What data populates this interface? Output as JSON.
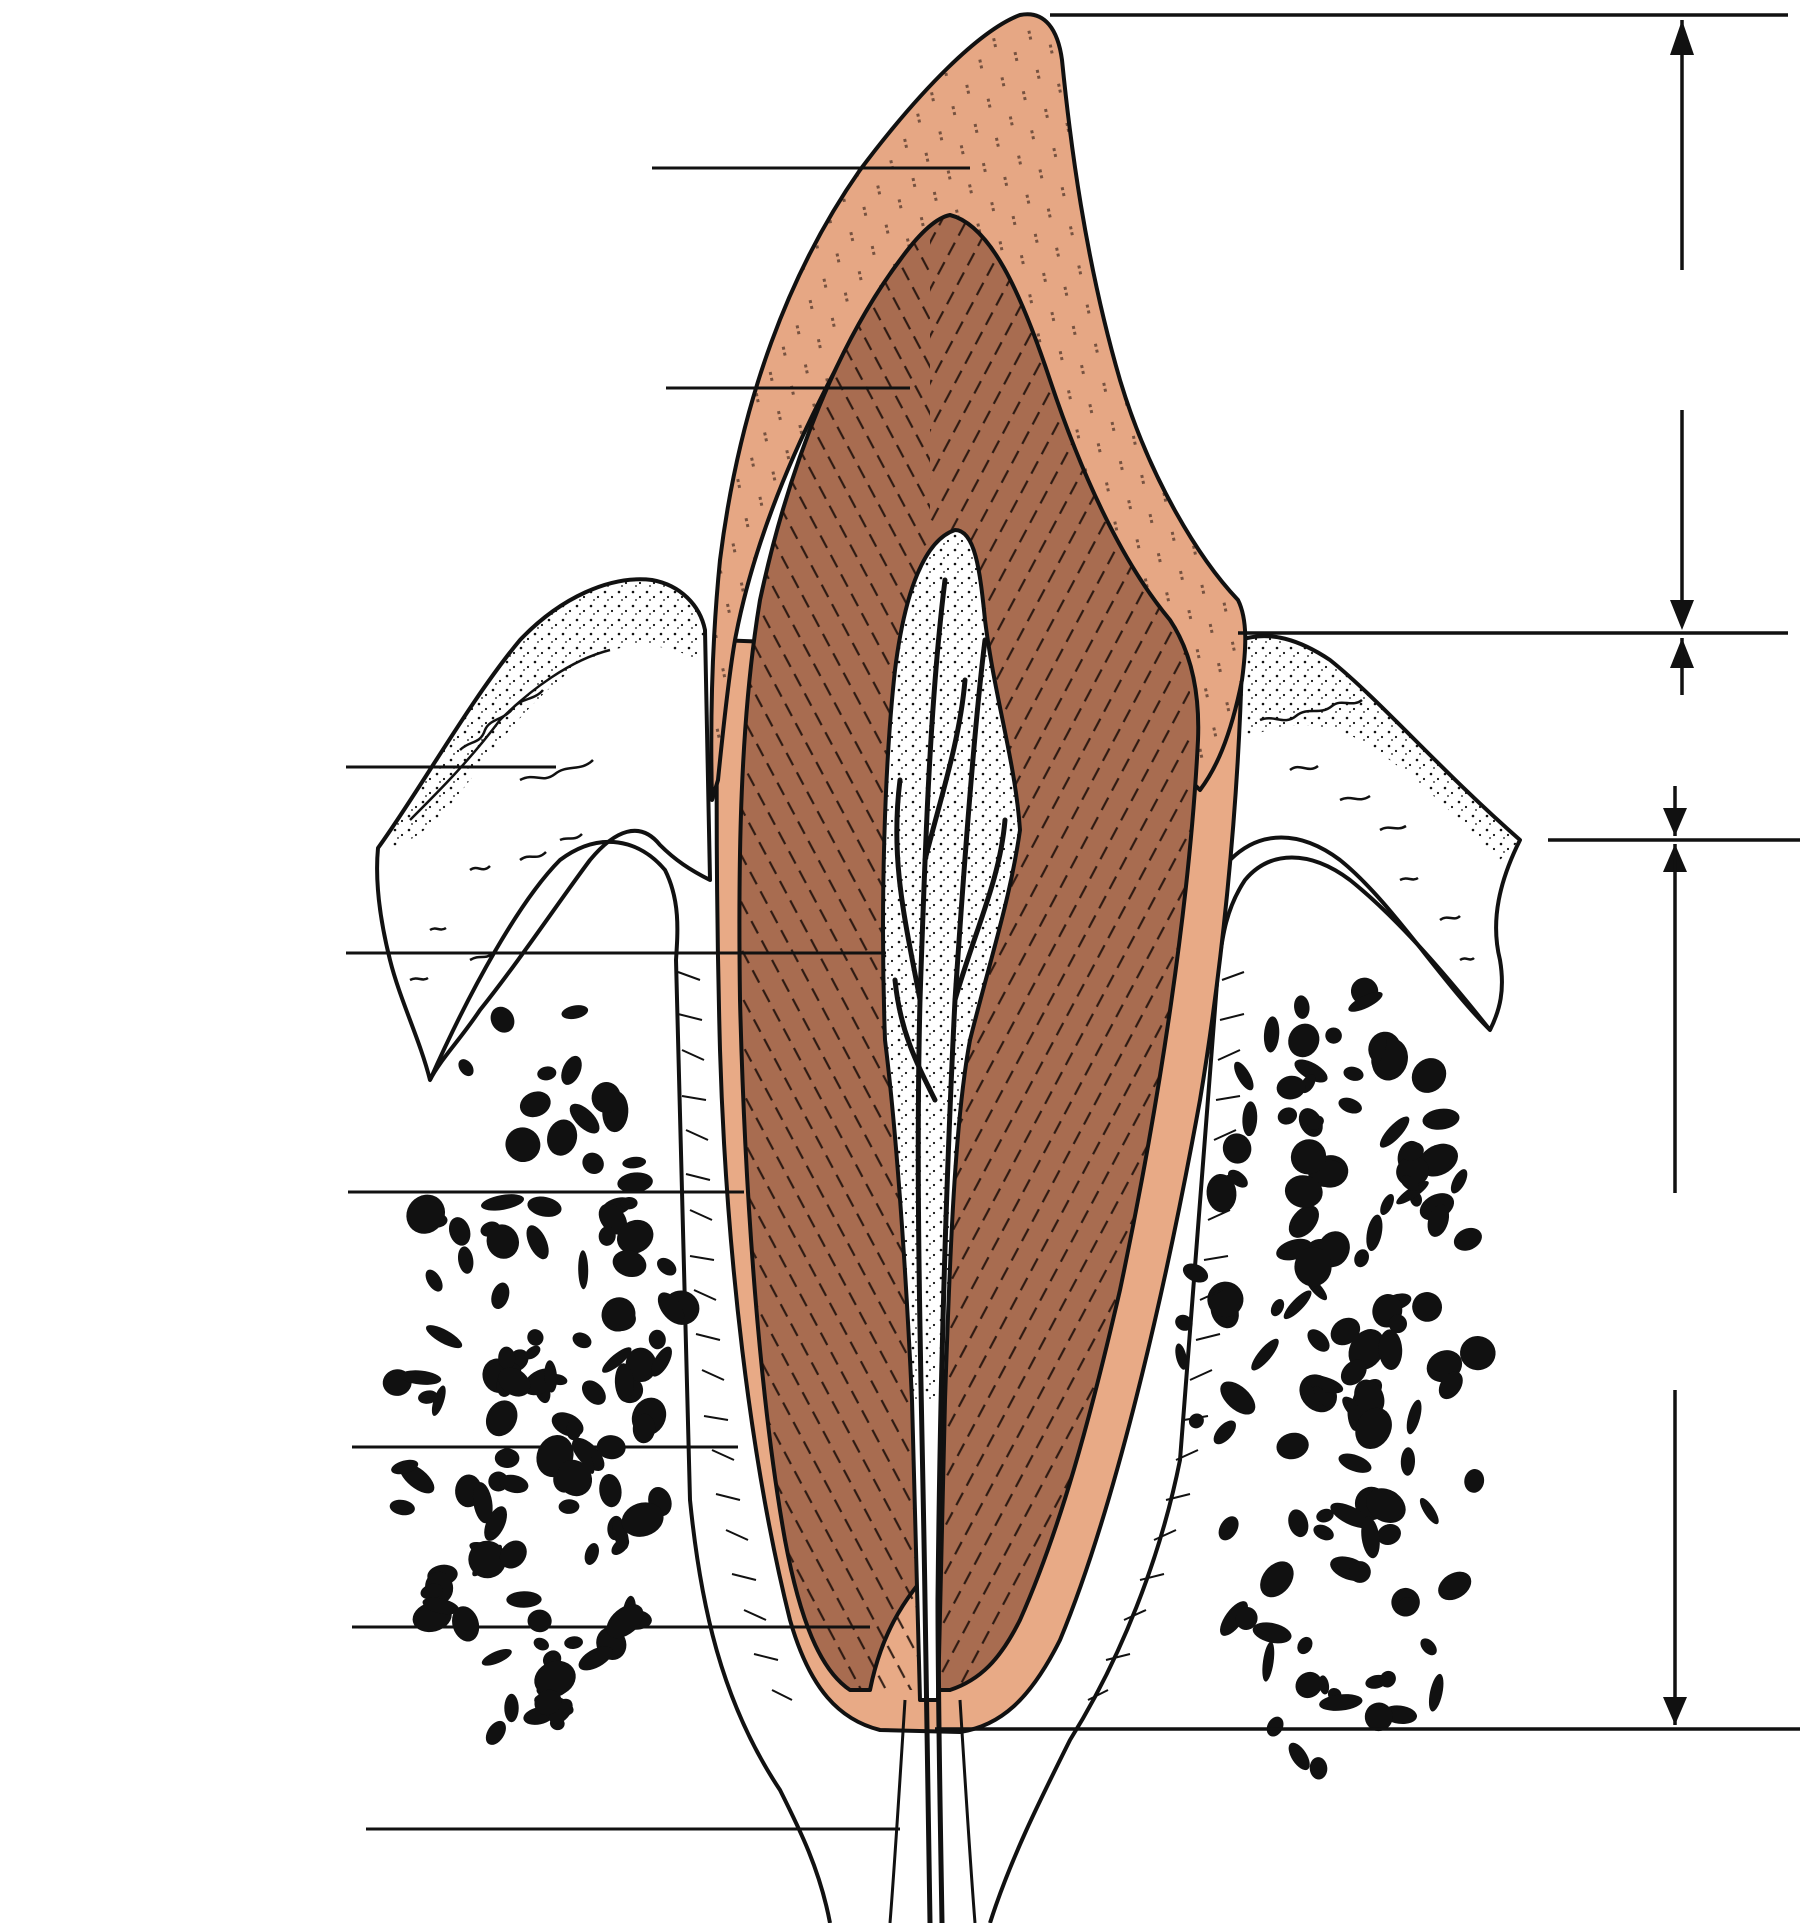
{
  "figure": {
    "subject": "tooth-longitudinal-section",
    "colors": {
      "enamel": "#e6a784",
      "dentin": "#a86c50",
      "cementum": "#e8aa86",
      "pulp": "#ffffff",
      "bone_dots": "#111111",
      "ink": "#111111",
      "background": "#ffffff"
    },
    "labels": [],
    "leader_line_count": 8,
    "dimension_markers": [
      {
        "name": "crown-span"
      },
      {
        "name": "root-span"
      }
    ]
  }
}
